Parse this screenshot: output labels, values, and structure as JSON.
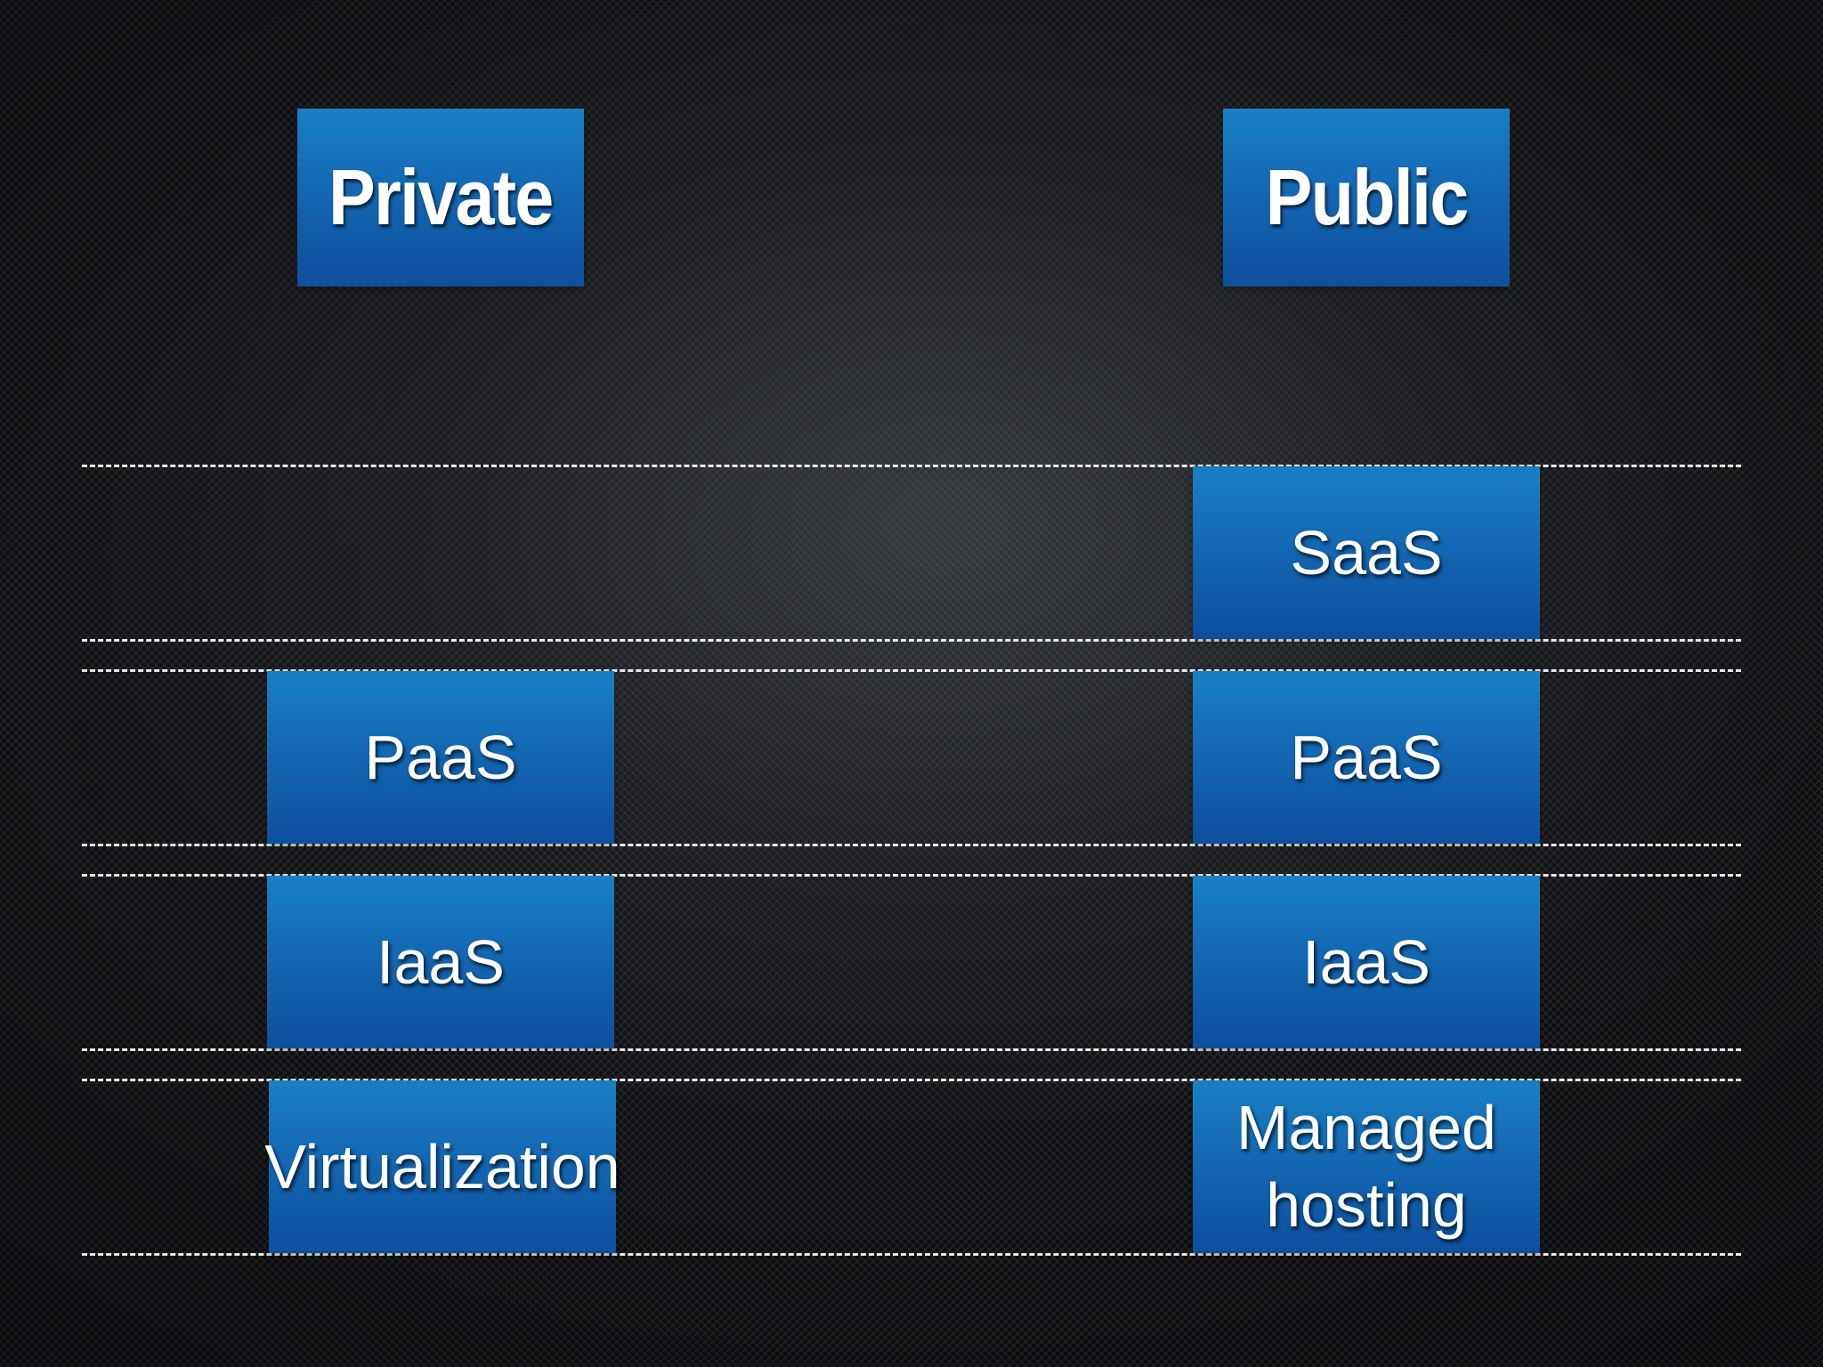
{
  "diagram": {
    "headers": {
      "private": "Private",
      "public": "Public"
    },
    "private_column": {
      "paas": "PaaS",
      "iaas": "IaaS",
      "virtualization": "Virtualization"
    },
    "public_column": {
      "saas": "SaaS",
      "paas": "PaaS",
      "iaas": "IaaS",
      "managed_hosting": "Managed\nhosting"
    }
  },
  "colors": {
    "box_blue": "#1468b3",
    "background": "#1f2124",
    "divider": "#ffffff"
  }
}
